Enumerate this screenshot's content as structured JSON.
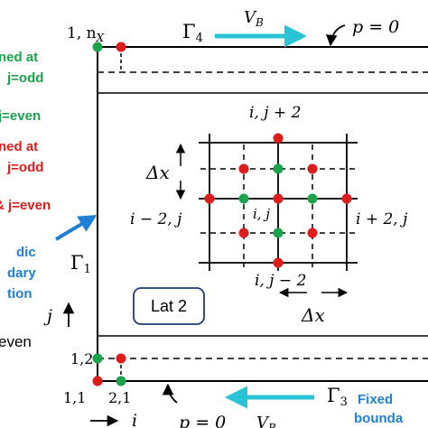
{
  "colors": {
    "green": "#1aa34a",
    "red": "#e01b1b",
    "cyan": "#2ac3d6",
    "blue": "#1f7fd6",
    "black": "#000000"
  },
  "top": {
    "corner_label": "1, n",
    "corner_label_sub": "X",
    "gamma4": "Γ",
    "gamma4_sub": "4",
    "vb": "V",
    "vb_sub": "B",
    "p_zero": "p = 0"
  },
  "left_notes": {
    "green_line1": "ned at",
    "green_line2": "j=odd",
    "green_line3": "j=even",
    "red_line1": "ned at",
    "red_line2": "j=odd",
    "red_line3": "& j=even",
    "blue_line1": "dic",
    "blue_line2": "dary",
    "blue_line3": "tion",
    "even": "even"
  },
  "gamma1": "Γ",
  "gamma1_sub": "1",
  "j_axis": "j",
  "stencil": {
    "top": "i, j + 2",
    "bottom": "i, j − 2",
    "left": "i − 2, j",
    "right": "i + 2, j",
    "center": "i, j",
    "dx_left": "Δx",
    "dx_bottom": "Δx"
  },
  "lattice_label": "Lat 2",
  "bottom": {
    "label_12": "1,2",
    "label_11": "1,1",
    "label_21": "2,1",
    "gamma3": "Γ",
    "gamma3_sub": "3",
    "i_axis": "i",
    "p_zero": "p = 0",
    "vb": "V",
    "vb_sub": "B"
  },
  "right_note": {
    "line1": "Fixed",
    "line2": "bounda"
  }
}
